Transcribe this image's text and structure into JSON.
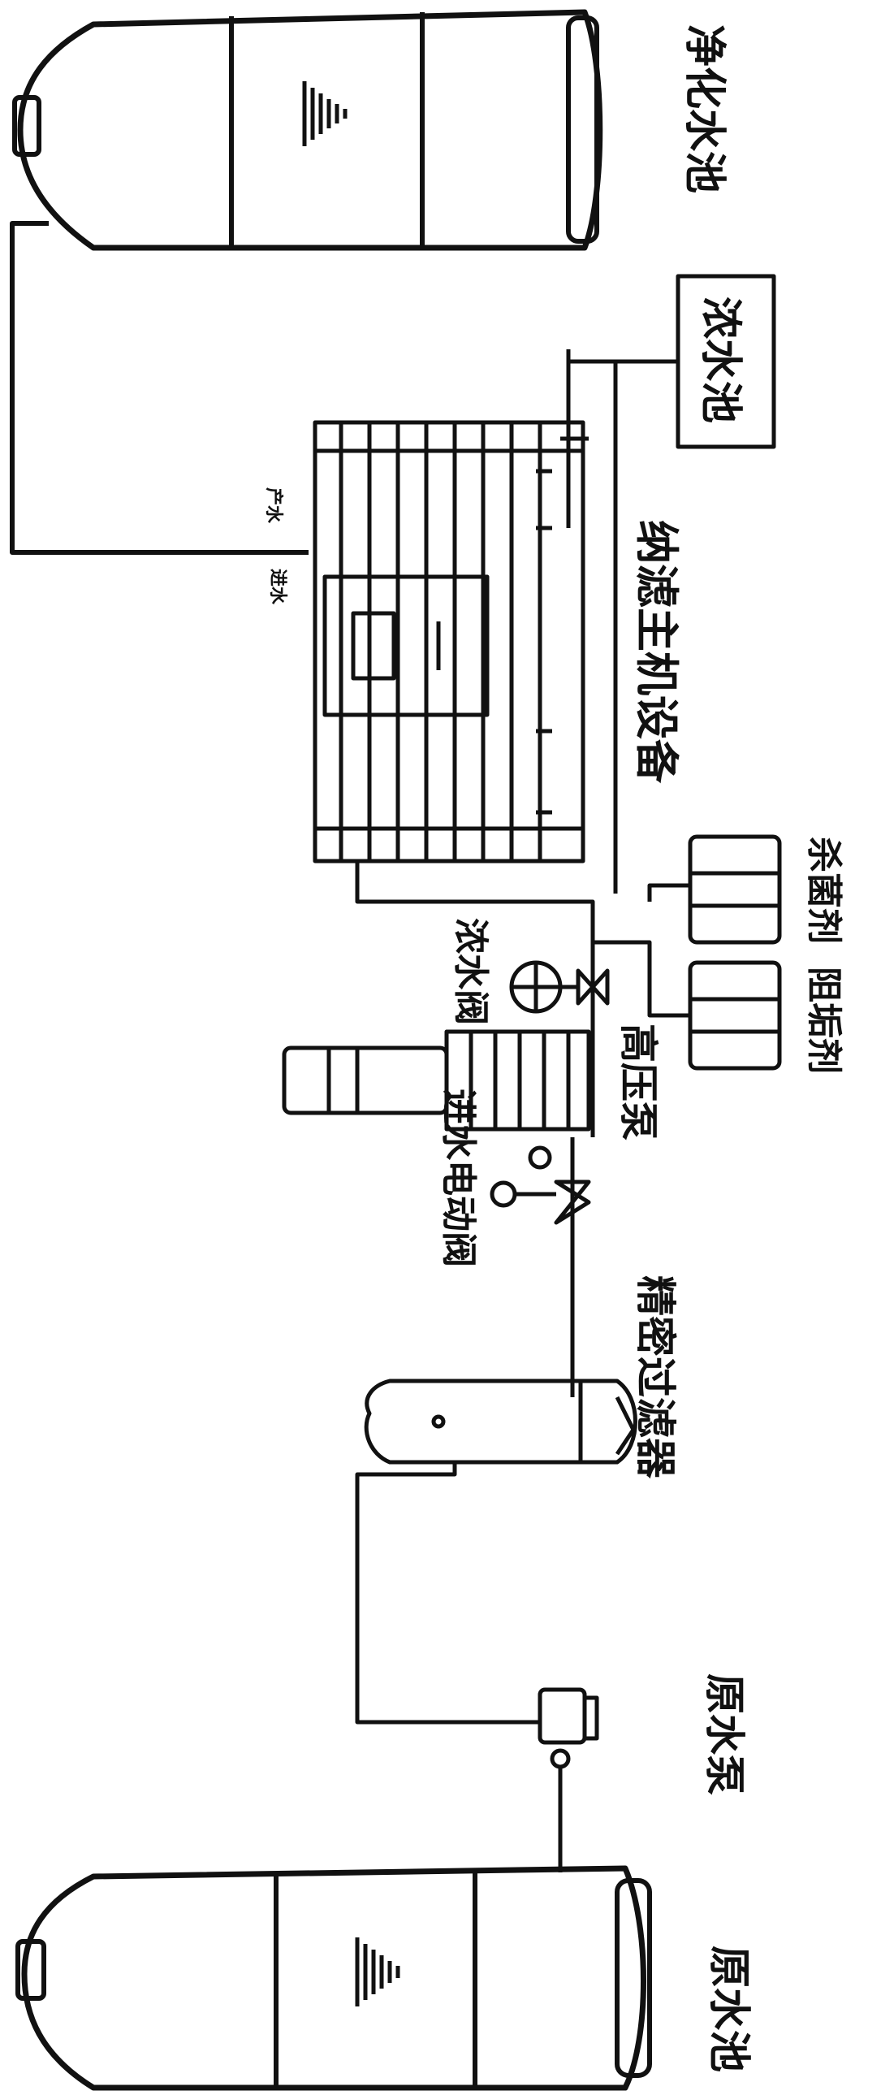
{
  "labels": {
    "purified_pool": "净化水池",
    "concentrate_pool": "浓水池",
    "membrane_unit": "纳滤主机设备",
    "permeate_tag": "产水",
    "feed_tag": "进水",
    "reagent_antiscalant": "阻垢剂",
    "reagent_bactericide": "杀菌剂",
    "high_pressure_pump": "高压泵",
    "concentrate_valve": "浓水阀",
    "inlet_valve": "进水电动阀",
    "precision_filter": "精密过滤器",
    "raw_pump": "原水泵",
    "raw_pool": "原水池"
  },
  "colors": {
    "line": "#111111",
    "background": "#ffffff"
  }
}
